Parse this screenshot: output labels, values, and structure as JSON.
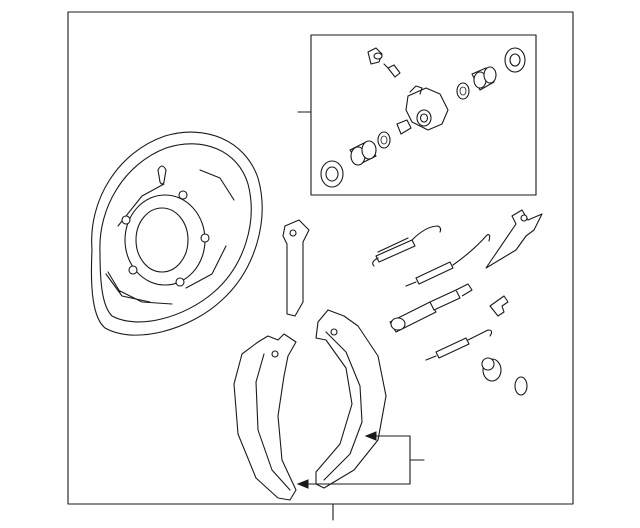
{
  "diagram": {
    "callouts": [
      {
        "id": "wheel-cylinder-kit",
        "text": ""
      },
      {
        "id": "brake-shoes",
        "text": ""
      },
      {
        "id": "assembly",
        "text": ""
      }
    ]
  }
}
